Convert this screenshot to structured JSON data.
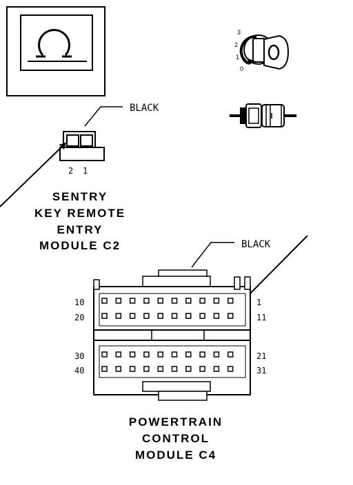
{
  "inset": {
    "icon": "circle-connector-symbol-icon"
  },
  "ignition": {
    "positions": [
      "3",
      "2",
      "1",
      "0"
    ],
    "key_icon": "ignition-key-icon",
    "switch_icon": "ignition-switch-side-icon"
  },
  "c2": {
    "color_label": "BLACK",
    "pins": [
      "2",
      "1"
    ],
    "title_lines": [
      "SENTRY",
      "KEY REMOTE",
      "ENTRY",
      "MODULE C2"
    ]
  },
  "c4": {
    "color_label": "BLACK",
    "pin_labels": {
      "row1_left": "10",
      "row1_right": "1",
      "row2_left": "20",
      "row2_right": "11",
      "row3_left": "30",
      "row3_right": "21",
      "row4_left": "40",
      "row4_right": "31"
    },
    "title_lines": [
      "POWERTRAIN",
      "CONTROL",
      "MODULE C4"
    ]
  }
}
